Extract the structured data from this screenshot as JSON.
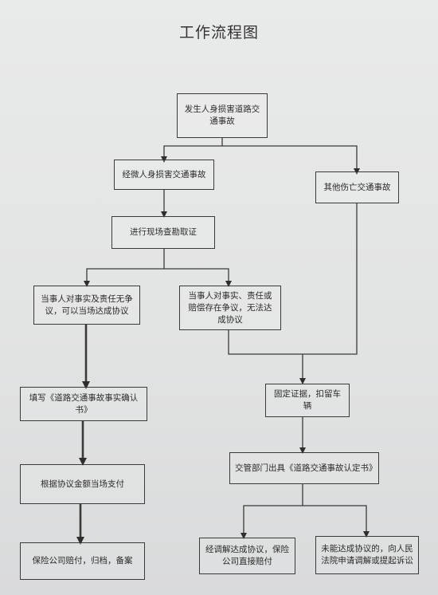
{
  "title": "工作流程图",
  "nodes": {
    "start": "发生人身损害道路交通事故",
    "injury": "经微人身损害交通事故",
    "death": "其他伤亡交通事故",
    "survey": "进行现场查勘取证",
    "agree": "当事人对事实及责任无争议，可以当场达成协议",
    "dispute": "当事人对事实、责任或赔偿存在争议，无法达成协议",
    "fill_form": "填写《道路交通事故事实确认书》",
    "fix_evidence": "固定证据，扣留车辆",
    "pay": "根据协议金额当场支付",
    "police_report": "交管部门出具《道路交通事故认定书》",
    "insurance": "保险公司赔付，归档，备案",
    "mediation": "经调解达成协议，保险公司直接赔付",
    "lawsuit": "未能达成协议的，向人民法院申请调解或提起诉讼"
  }
}
